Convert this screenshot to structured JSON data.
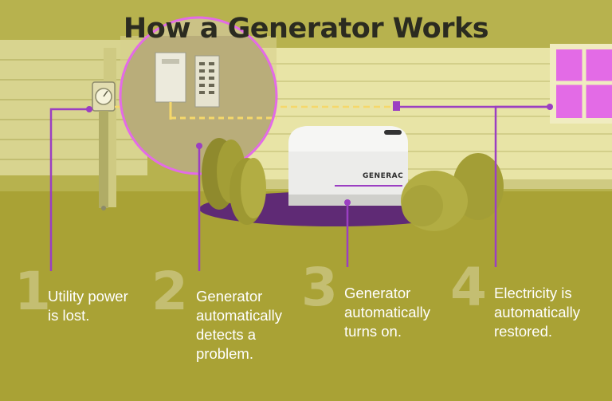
{
  "title": "How a Generator Works",
  "generator_brand": "GENERAC",
  "steps": [
    {
      "number": "1",
      "lines": [
        "Utility power",
        "is lost."
      ]
    },
    {
      "number": "2",
      "lines": [
        "Generator",
        "automatically",
        "detects a",
        "problem."
      ]
    },
    {
      "number": "3",
      "lines": [
        "Generator",
        "automatically",
        "turns on."
      ]
    },
    {
      "number": "4",
      "lines": [
        "Electricity is",
        "automatically",
        "restored."
      ]
    }
  ],
  "colors": {
    "accent": "#9b3fc2",
    "ground": "#a9a235",
    "house_siding": "#e8e4a6",
    "window": "#e36be6",
    "title_text": "#2b2b20"
  }
}
